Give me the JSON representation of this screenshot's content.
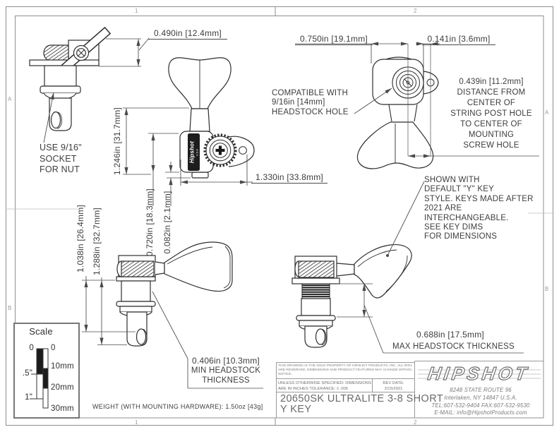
{
  "drawing_border": {
    "zone_columns": [
      "1",
      "2"
    ],
    "zone_rows": [
      "A",
      "B"
    ]
  },
  "dimensions": {
    "key_thickness": "0.490in [12.4mm]",
    "body_front_width": "0.750in [19.1mm]",
    "edge_to_screw_hole": "0.141in [3.6mm]",
    "post_length": "1.246in [31.7mm]",
    "body_width": "1.330in [33.8mm]",
    "gear_housing_height": "0.720in [18.3mm]",
    "plate_thickness": "0.082in [2.1mm]",
    "post_length_side_1": "1.038in [26.4mm]",
    "post_length_side_2": "1.288in [32.7mm]",
    "min_headstock": "0.406in [10.3mm]",
    "max_headstock": "0.688in [17.5mm]"
  },
  "notes": {
    "socket": [
      "USE 9/16\"",
      "SOCKET",
      "FOR NUT"
    ],
    "compatible": [
      "COMPATIBLE WITH",
      "9/16in [14mm]",
      "HEADSTOCK HOLE"
    ],
    "screw_hole_distance": [
      "0.439in [11.2mm]",
      "DISTANCE FROM",
      "CENTER OF",
      "STRING POST HOLE",
      "TO CENTER OF",
      "MOUNTING",
      "SCREW HOLE"
    ],
    "key_style": [
      "SHOWN WITH",
      "DEFAULT \"Y\" KEY",
      "STYLE. KEYS MADE AFTER",
      "2021 ARE",
      "INTERCHANGEABLE.",
      "SEE KEY DIMS",
      "FOR DIMENSIONS"
    ],
    "min_headstock": [
      "MIN HEADSTOCK",
      "THICKNESS"
    ],
    "max_headstock": "MAX HEADSTOCK THICKNESS",
    "weight": "WEIGHT (WITH MOUNTING HARDWARE): 1.50oz [43g]"
  },
  "scale_legend": {
    "title": "Scale",
    "inch_labels": [
      "0",
      ".5\"",
      "1\""
    ],
    "mm_labels": [
      "0",
      "10mm",
      "20mm",
      "30mm"
    ]
  },
  "part_markings": {
    "brand": "Hipshot",
    "origin": "USA"
  },
  "title_block": {
    "legal": [
      "THIS DRAWING IS THE SOLE PROPERTY OF HIPSHOT PRODUCTS, INC. ALL RIGHTS",
      "ARE RESERVED. DIMENSIONS AND PRODUCT FEATURES MAY CHANGE WITHOUT",
      "NOTICE."
    ],
    "spec": [
      "UNLESS OTHERWISE SPECIFIED: DIMENSIONS",
      "ARE IN INCHES TOLERANCE: ± .005"
    ],
    "rev_date_label": "REV DATE:",
    "rev_date": "2/15/2021",
    "part_number": [
      "20650SK ULTRALITE 3-8 SHORT",
      "Y KEY"
    ],
    "logo": "HIPSHOT",
    "address": [
      "8248 STATE ROUTE 96",
      "Interlaken, NY 14847 U.S.A.",
      "TEL:607-532-9404 FAX:607-532-9530",
      "E-MAIL: info@HipshotProducts.com"
    ]
  },
  "colors": {
    "line": "#2e2e2e",
    "dim": "#4a4a4a",
    "border": "#8f8f8f",
    "text": "#3d3d3d"
  }
}
